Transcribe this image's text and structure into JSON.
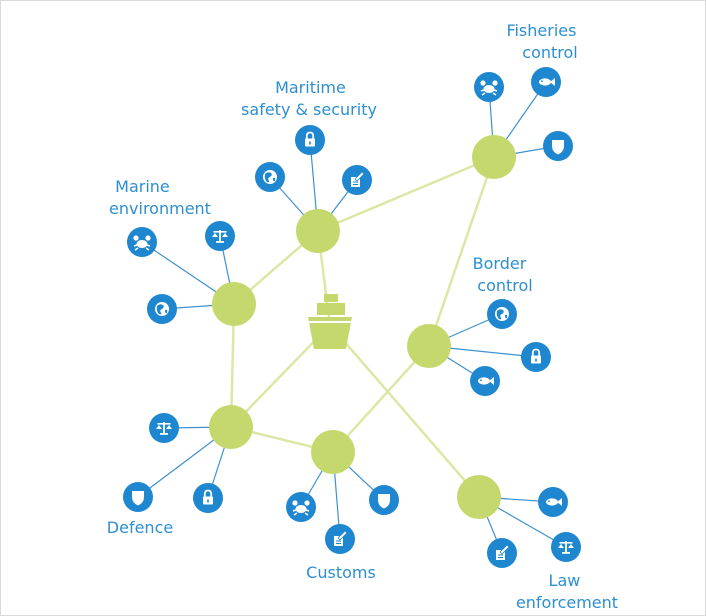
{
  "colors": {
    "hub": "#c5d86d",
    "hub_link": "#dce7a6",
    "icon_bg": "#1f87cf",
    "icon_link": "#3d92cf",
    "label": "#2d8fd1",
    "ship": "#c5d86d"
  },
  "center": {
    "icon": "ship-icon"
  },
  "hubs": [
    {
      "id": "fisheries",
      "label_lines": [
        "Fisheries",
        "control"
      ],
      "icons": [
        "crab-icon",
        "fish-icon",
        "shield-icon"
      ]
    },
    {
      "id": "maritime",
      "label_lines": [
        "Maritime",
        "safety & security"
      ],
      "icons": [
        "globe-icon",
        "lock-icon",
        "document-icon"
      ]
    },
    {
      "id": "marine",
      "label_lines": [
        "Marine",
        "environment"
      ],
      "icons": [
        "crab-icon",
        "scales-icon",
        "globe-icon"
      ]
    },
    {
      "id": "border",
      "label_lines": [
        "Border",
        "control"
      ],
      "icons": [
        "globe-icon",
        "lock-icon",
        "fish-icon"
      ]
    },
    {
      "id": "defence",
      "label_lines": [
        "Defence"
      ],
      "icons": [
        "scales-icon",
        "shield-icon",
        "lock-icon"
      ]
    },
    {
      "id": "customs",
      "label_lines": [
        "Customs"
      ],
      "icons": [
        "crab-icon",
        "document-icon",
        "shield-icon"
      ]
    },
    {
      "id": "law",
      "label_lines": [
        "Law",
        "enforcement"
      ],
      "icons": [
        "fish-icon",
        "scales-icon",
        "document-icon"
      ]
    }
  ]
}
